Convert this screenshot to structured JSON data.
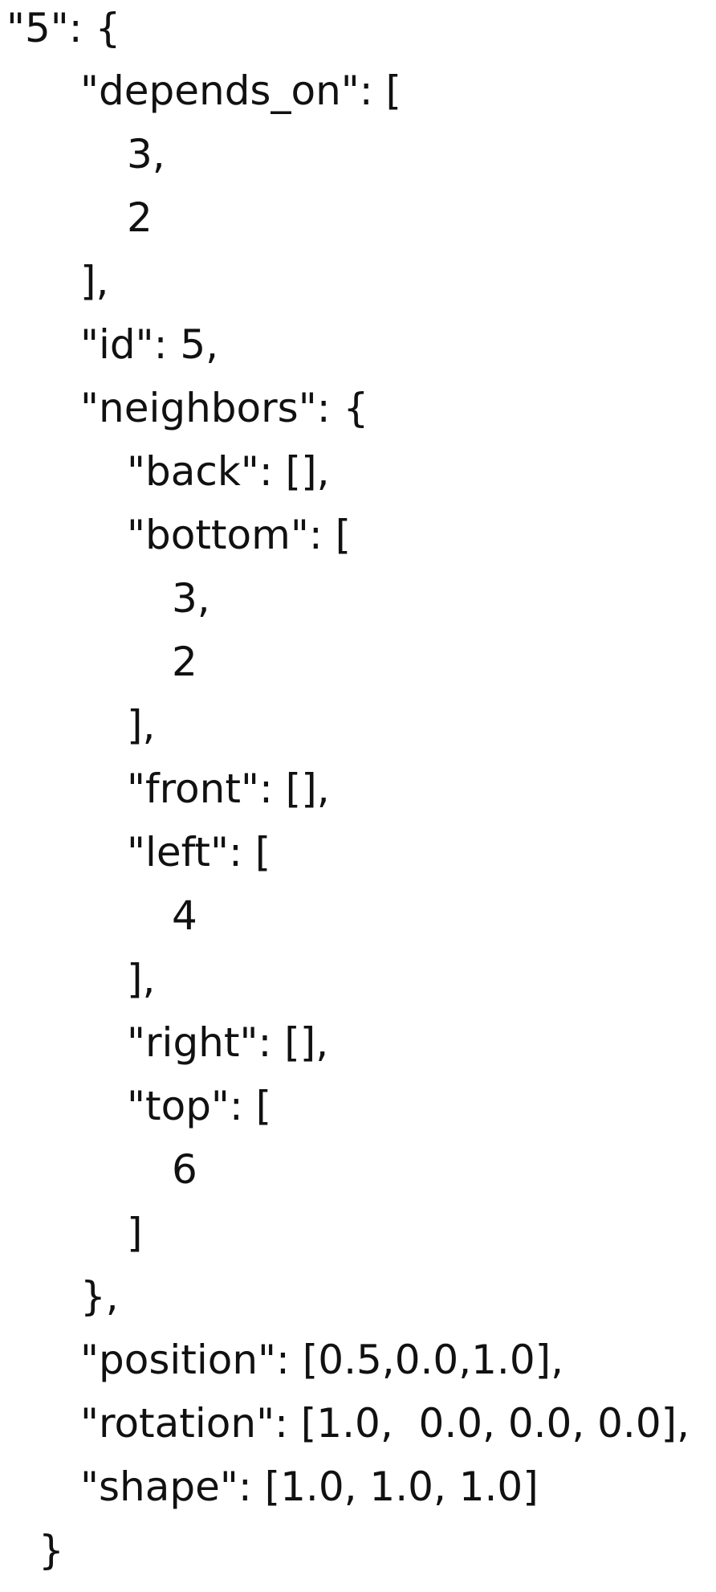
{
  "document": {
    "lines": [
      "\"5\": {",
      "\"depends_on\": [",
      "3,",
      "2",
      "],",
      "\"id\": 5,",
      "\"neighbors\": {",
      "\"back\": [],",
      "\"bottom\": [",
      "3,",
      "2",
      "],",
      "\"front\": [],",
      "\"left\": [",
      "4",
      "],",
      "\"right\": [],",
      "\"top\": [",
      "6",
      "]",
      "},",
      "\"position\": [0.5,0.0,1.0],",
      "\"rotation\": [1.0,  0.0, 0.0, 0.0],",
      "\"shape\": [1.0, 1.0, 1.0]",
      "}"
    ]
  }
}
